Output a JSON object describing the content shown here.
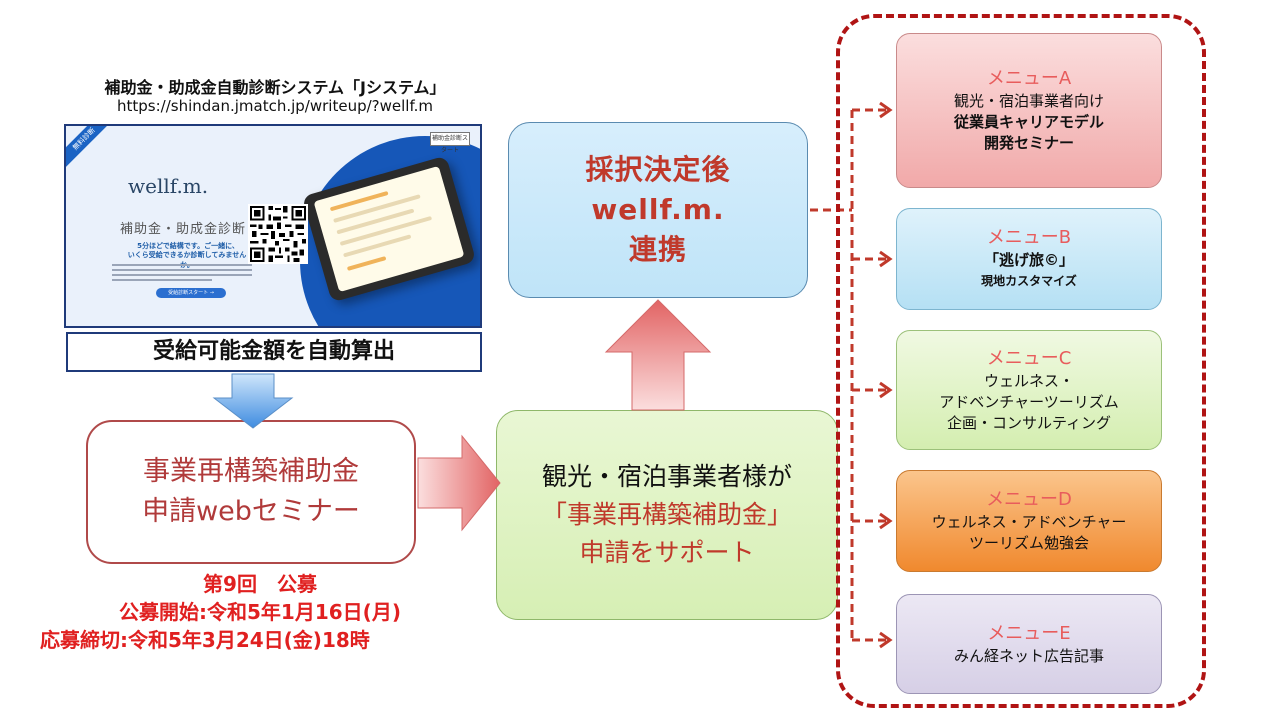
{
  "system": {
    "title": "補助金・助成金自動診断システム「Jシステム」",
    "url": "https://shindan.jmatch.jp/writeup/?wellf.m"
  },
  "screenshot": {
    "ribbon": "無料診断",
    "top_button": "補助金診断スタート",
    "logo": "wellf.m.",
    "subtitle": "補助金・助成金診断",
    "blurb_1": "5分ほどで結構です。ご一緒に、",
    "blurb_2": "いくら受給できるか診断してみませんか。",
    "start_button": "受給診断スタート →"
  },
  "auto_calc": "受給可能金額を自動算出",
  "seminar": {
    "line1": "事業再構築補助金",
    "line2": "申請webセミナー"
  },
  "round": {
    "title": "第9回　公募",
    "start": "公募開始:令和5年1月16日(月)",
    "deadline": "応募締切:令和5年3月24日(金)18時"
  },
  "adopt": {
    "line1": "採択決定後",
    "line2": "wellf.m.",
    "line3": "連携"
  },
  "support": {
    "line1": "観光・宿泊事業者様が",
    "line2": "「事業再構築補助金」",
    "line3": "申請をサポート"
  },
  "menus": {
    "a": {
      "name": "メニューA",
      "d1": "観光・宿泊事業者向け",
      "d2": "従業員キャリアモデル",
      "d3": "開発セミナー"
    },
    "b": {
      "name": "メニューB",
      "d1": "「逃げ旅©」",
      "d2": "現地カスタマイズ"
    },
    "c": {
      "name": "メニューC",
      "d1": "ウェルネス・",
      "d2": "アドベンチャーツーリズム",
      "d3": "企画・コンサルティング"
    },
    "d": {
      "name": "メニューD",
      "d1": "ウェルネス・アドベンチャー",
      "d2": "ツーリズム勉強会"
    },
    "e": {
      "name": "メニューE",
      "d1": "みん経ネット広告記事"
    }
  },
  "colors": {
    "accent_red": "#c0392b",
    "dash_red": "#b01414",
    "frame_blue": "#1f3a7a"
  }
}
